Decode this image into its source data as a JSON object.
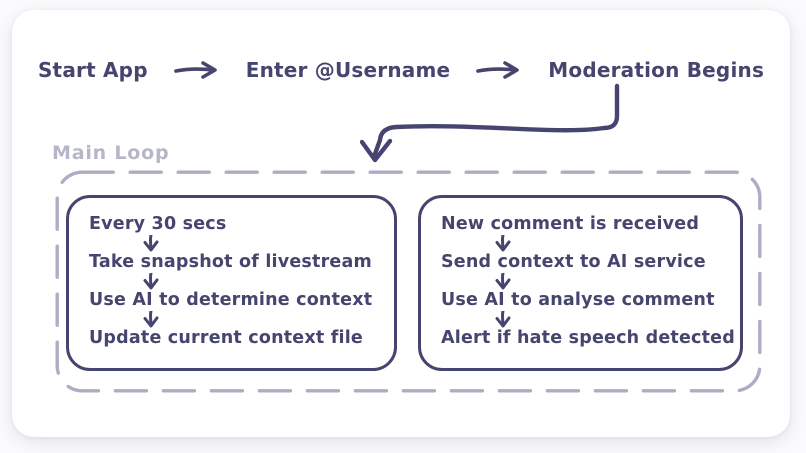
{
  "colors": {
    "ink": "#45456f",
    "dash_border": "#adadc5",
    "loop_label": "#b6b6c9",
    "card_bg": "#ffffff",
    "page_bg": "#fbfbfd"
  },
  "top_flow": {
    "steps": [
      "Start App",
      "Enter @Username",
      "Moderation Begins"
    ]
  },
  "main_loop": {
    "title": "Main Loop",
    "left_box": {
      "steps": [
        "Every 30 secs",
        "Take snapshot of livestream",
        "Use AI to determine context",
        "Update current context file"
      ]
    },
    "right_box": {
      "steps": [
        "New comment is received",
        "Send context to AI service",
        "Use AI to analyse comment",
        "Alert if hate speech detected"
      ]
    }
  },
  "icons": {
    "right_arrow": "→",
    "down_arrow": "↓",
    "curved_arrow": "↵"
  }
}
